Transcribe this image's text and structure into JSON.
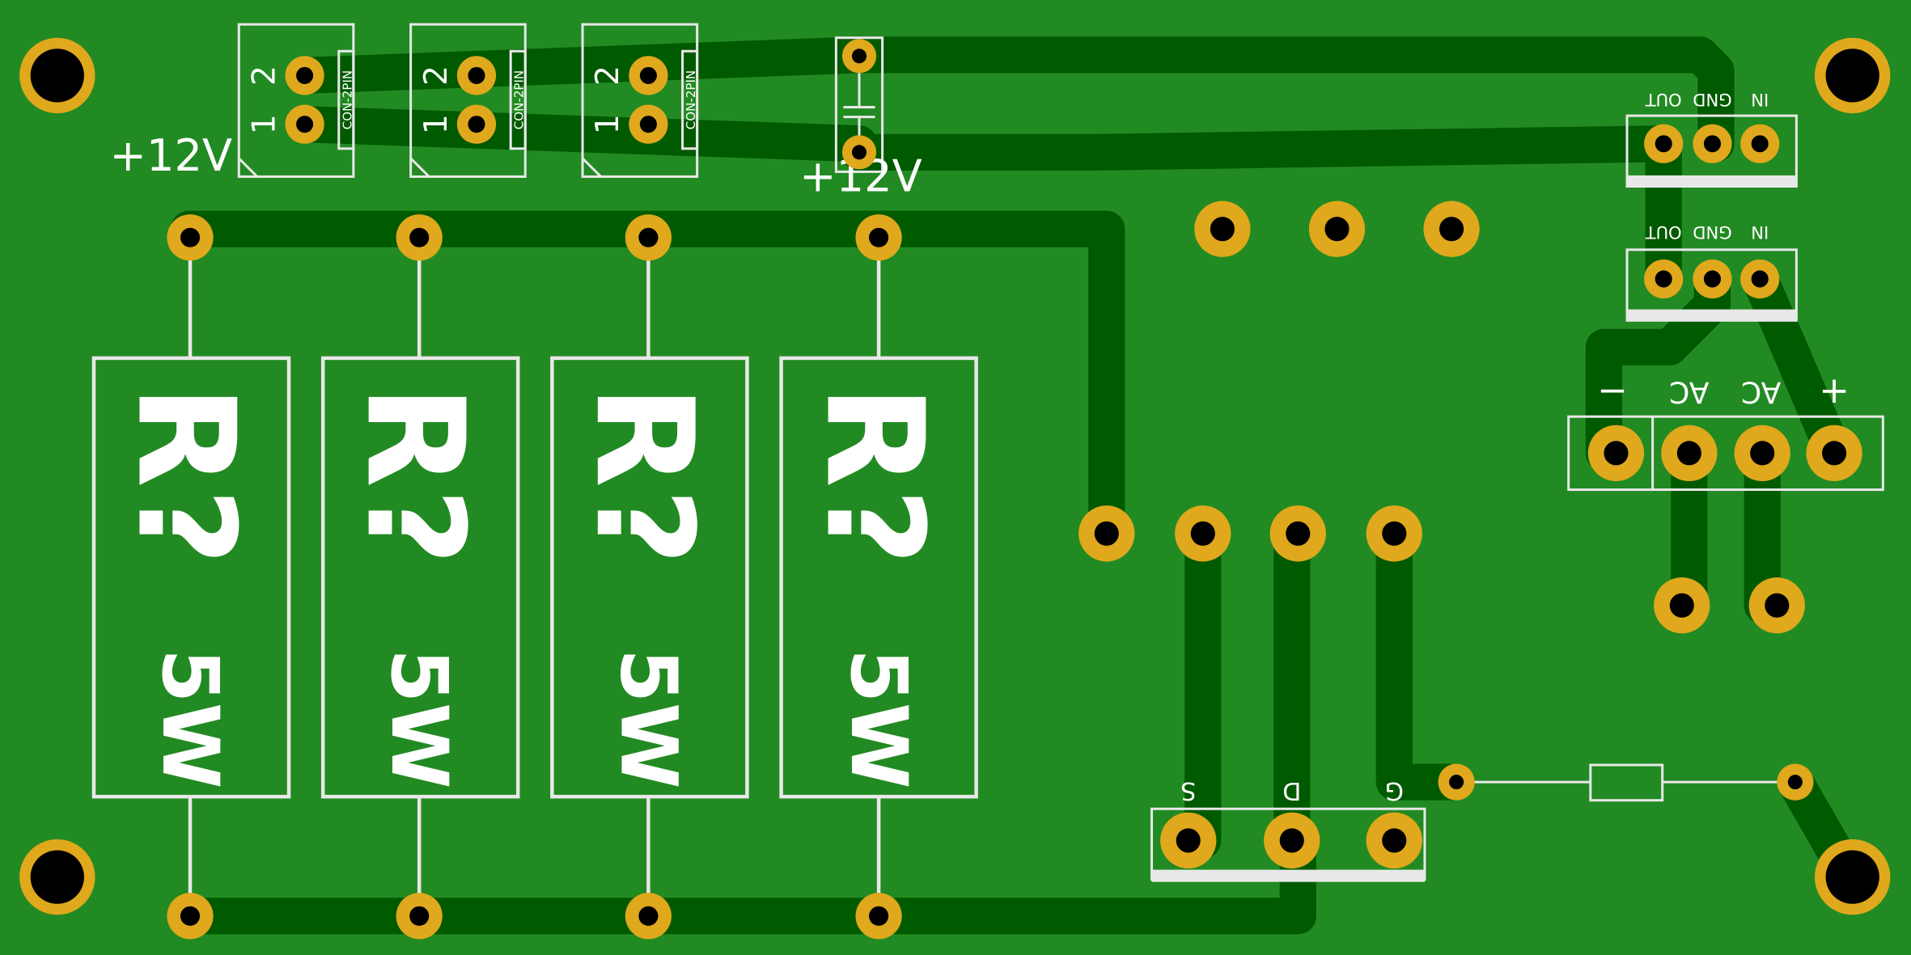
{
  "board": {
    "board_color": "#228a22",
    "trace_color": "#005a00",
    "pad_color": "#e0a81c",
    "hole_color": "#000000",
    "silk_color": "#e8e8e8"
  },
  "connectors": [
    {
      "pin1": "1",
      "pin2": "2",
      "label": "CON-2PIN"
    },
    {
      "pin1": "1",
      "pin2": "2",
      "label": "CON-2PIN"
    },
    {
      "pin1": "1",
      "pin2": "2",
      "label": "CON-2PIN"
    }
  ],
  "labels": {
    "plus12v_left": "+12V",
    "plus12v_cap": "+12V"
  },
  "resistors": [
    {
      "ref": "R?",
      "value": "5W"
    },
    {
      "ref": "R?",
      "value": "5W"
    },
    {
      "ref": "R?",
      "value": "5W"
    },
    {
      "ref": "R?",
      "value": "5W"
    }
  ],
  "regulators": [
    {
      "pins": [
        "OUT",
        "GND",
        "IN"
      ]
    },
    {
      "pins": [
        "OUT",
        "GND",
        "IN"
      ]
    }
  ],
  "bridge": {
    "pins": [
      "−",
      "AC",
      "AC",
      "+"
    ]
  },
  "mosfet": {
    "pins": [
      "S",
      "D",
      "G"
    ]
  }
}
